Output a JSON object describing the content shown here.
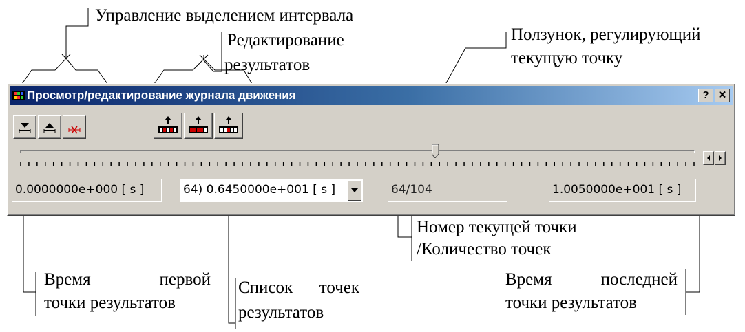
{
  "window": {
    "title": "Просмотр/редактирование журнала движения",
    "help_label": "?",
    "close_label": "✕"
  },
  "toolbar": {
    "interval_buttons": [
      "set-start-marker",
      "set-end-marker",
      "clear-interval"
    ],
    "edit_buttons": [
      "edit-result-1",
      "edit-result-2",
      "edit-result-3"
    ]
  },
  "slider": {
    "current": 64,
    "total": 104
  },
  "fields": {
    "first_time": "0.0000000e+000 [ s ]",
    "point_list_value": "64) 0.6450000e+001 [ s ]",
    "counter": "64/104",
    "last_time": "1.0050000e+001 [ s ]"
  },
  "callouts": {
    "interval": "Управление выделением интервала",
    "edit_line1": "Редактирование",
    "edit_line2": "результатов",
    "slider_line1": "Ползунок, регулирующий",
    "slider_line2": "текущую точку",
    "counter_line1": "Номер текущей точки",
    "counter_line2": "/Количество точек",
    "first_w1": "Время",
    "first_w2": "первой",
    "first_line2": "точки результатов",
    "list_w1": "Список",
    "list_w2": "точек",
    "list_line2": "результатов",
    "last_w1": "Время",
    "last_w2": "последней",
    "last_line2": "точки результатов"
  },
  "colors": {
    "face": "#d4d0c8",
    "title_start": "#0a246a",
    "title_end": "#a6caf0",
    "accent_red": "#cc0000"
  }
}
